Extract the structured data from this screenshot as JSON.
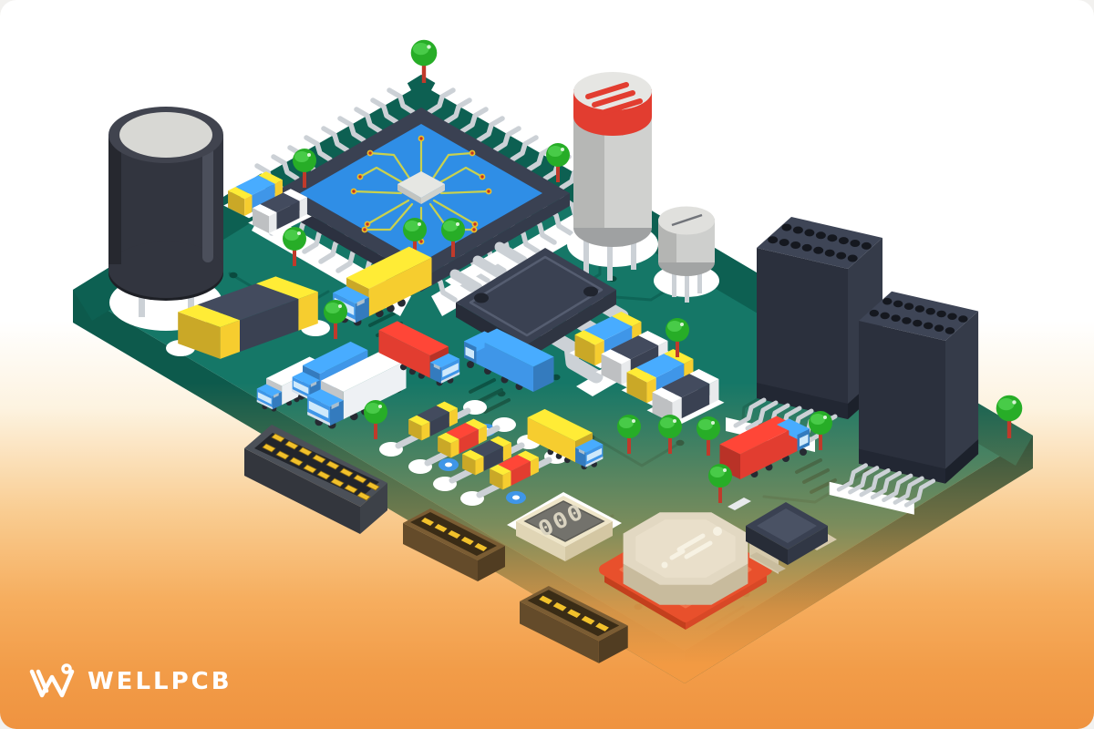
{
  "page": {
    "type": "illustration",
    "alt": "Isometric illustration of a green printed circuit board with electronic components, green trees and delivery trucks driving on it, over a white-to-orange gradient background"
  },
  "brand": {
    "logo_text": "WELLPCB"
  },
  "display_component": {
    "text": "000"
  },
  "components": [
    {
      "id": "electrolytic-capacitor",
      "label": "Electrolytic capacitor"
    },
    {
      "id": "cpu-chip",
      "label": "QFP microprocessor with circuit traces"
    },
    {
      "id": "capacitor-silver",
      "label": "Cylindrical capacitor with red band"
    },
    {
      "id": "transistor-can",
      "label": "Metal can transistor"
    },
    {
      "id": "power-module",
      "label": "Power IC module with wide leads"
    },
    {
      "id": "pin-header",
      "label": "Black dual-row pin header socket"
    },
    {
      "id": "smd-resistor",
      "label": "Blue SMD resistor with yellow caps"
    },
    {
      "id": "smd-capacitor",
      "label": "Black SMD capacitor with silver caps"
    },
    {
      "id": "axial-resistor",
      "label": "Axial resistor on white pads"
    },
    {
      "id": "numeric-display",
      "label": "Component with 000 marking"
    },
    {
      "id": "octagon-component",
      "label": "Octagonal component on orange socket"
    },
    {
      "id": "sot-transistor",
      "label": "SMD transistor with tan leads"
    },
    {
      "id": "edge-connector",
      "label": "Gold-pin edge connector"
    },
    {
      "id": "truck",
      "label": "Delivery truck"
    },
    {
      "id": "tree",
      "label": "Small green tree"
    }
  ],
  "colors": {
    "bg_outer": "#f2f1ef",
    "bg_top": "#ffffff",
    "bg_bottom": "#ef9340",
    "board": "#157767",
    "board_margin": "#0d6052",
    "board_side": "#0d5a4c",
    "board_side_dark": "#09443a",
    "trace": "#0e6557",
    "via": "#0a4a3e",
    "pad": "#ffffff",
    "silver": "#ccd1d6",
    "silver_dark": "#a9b0b8",
    "silver_light": "#e8eaec",
    "chip": "#3a4152",
    "chip_dark": "#2c3140",
    "chip_side": "#343b4b",
    "cpu_blue": "#2f8ee6",
    "cpu_trace": "#c9d14e",
    "cpu_pad": "#e8c12c",
    "cpu_dot": "#c23327",
    "die": "#e6e7e3",
    "cap_body": "#32353f",
    "cap_top": "#d8d8d4",
    "red": "#e23d30",
    "yellow": "#f6cd2f",
    "truck_blue": "#3f96e8",
    "white_box": "#eef1f4",
    "glass": "#cfe9fb",
    "wheel": "#262a32",
    "tree": "#27ad27",
    "tree_light": "#4fd04f",
    "trunk": "#c03a2b",
    "gold": "#f2c12b",
    "gold_dark": "#a87f14",
    "brown": "#7a5c33",
    "housing": "#4b5058",
    "housing_dark": "#33363d",
    "beige": "#e2d8c2",
    "beige_dark": "#c8bb9d",
    "cream": "#efe6c9",
    "tan": "#d6caac",
    "orange_pad": "#e8502c",
    "orange_pad_dark": "#c33f1d",
    "display_top": "#73726c"
  }
}
